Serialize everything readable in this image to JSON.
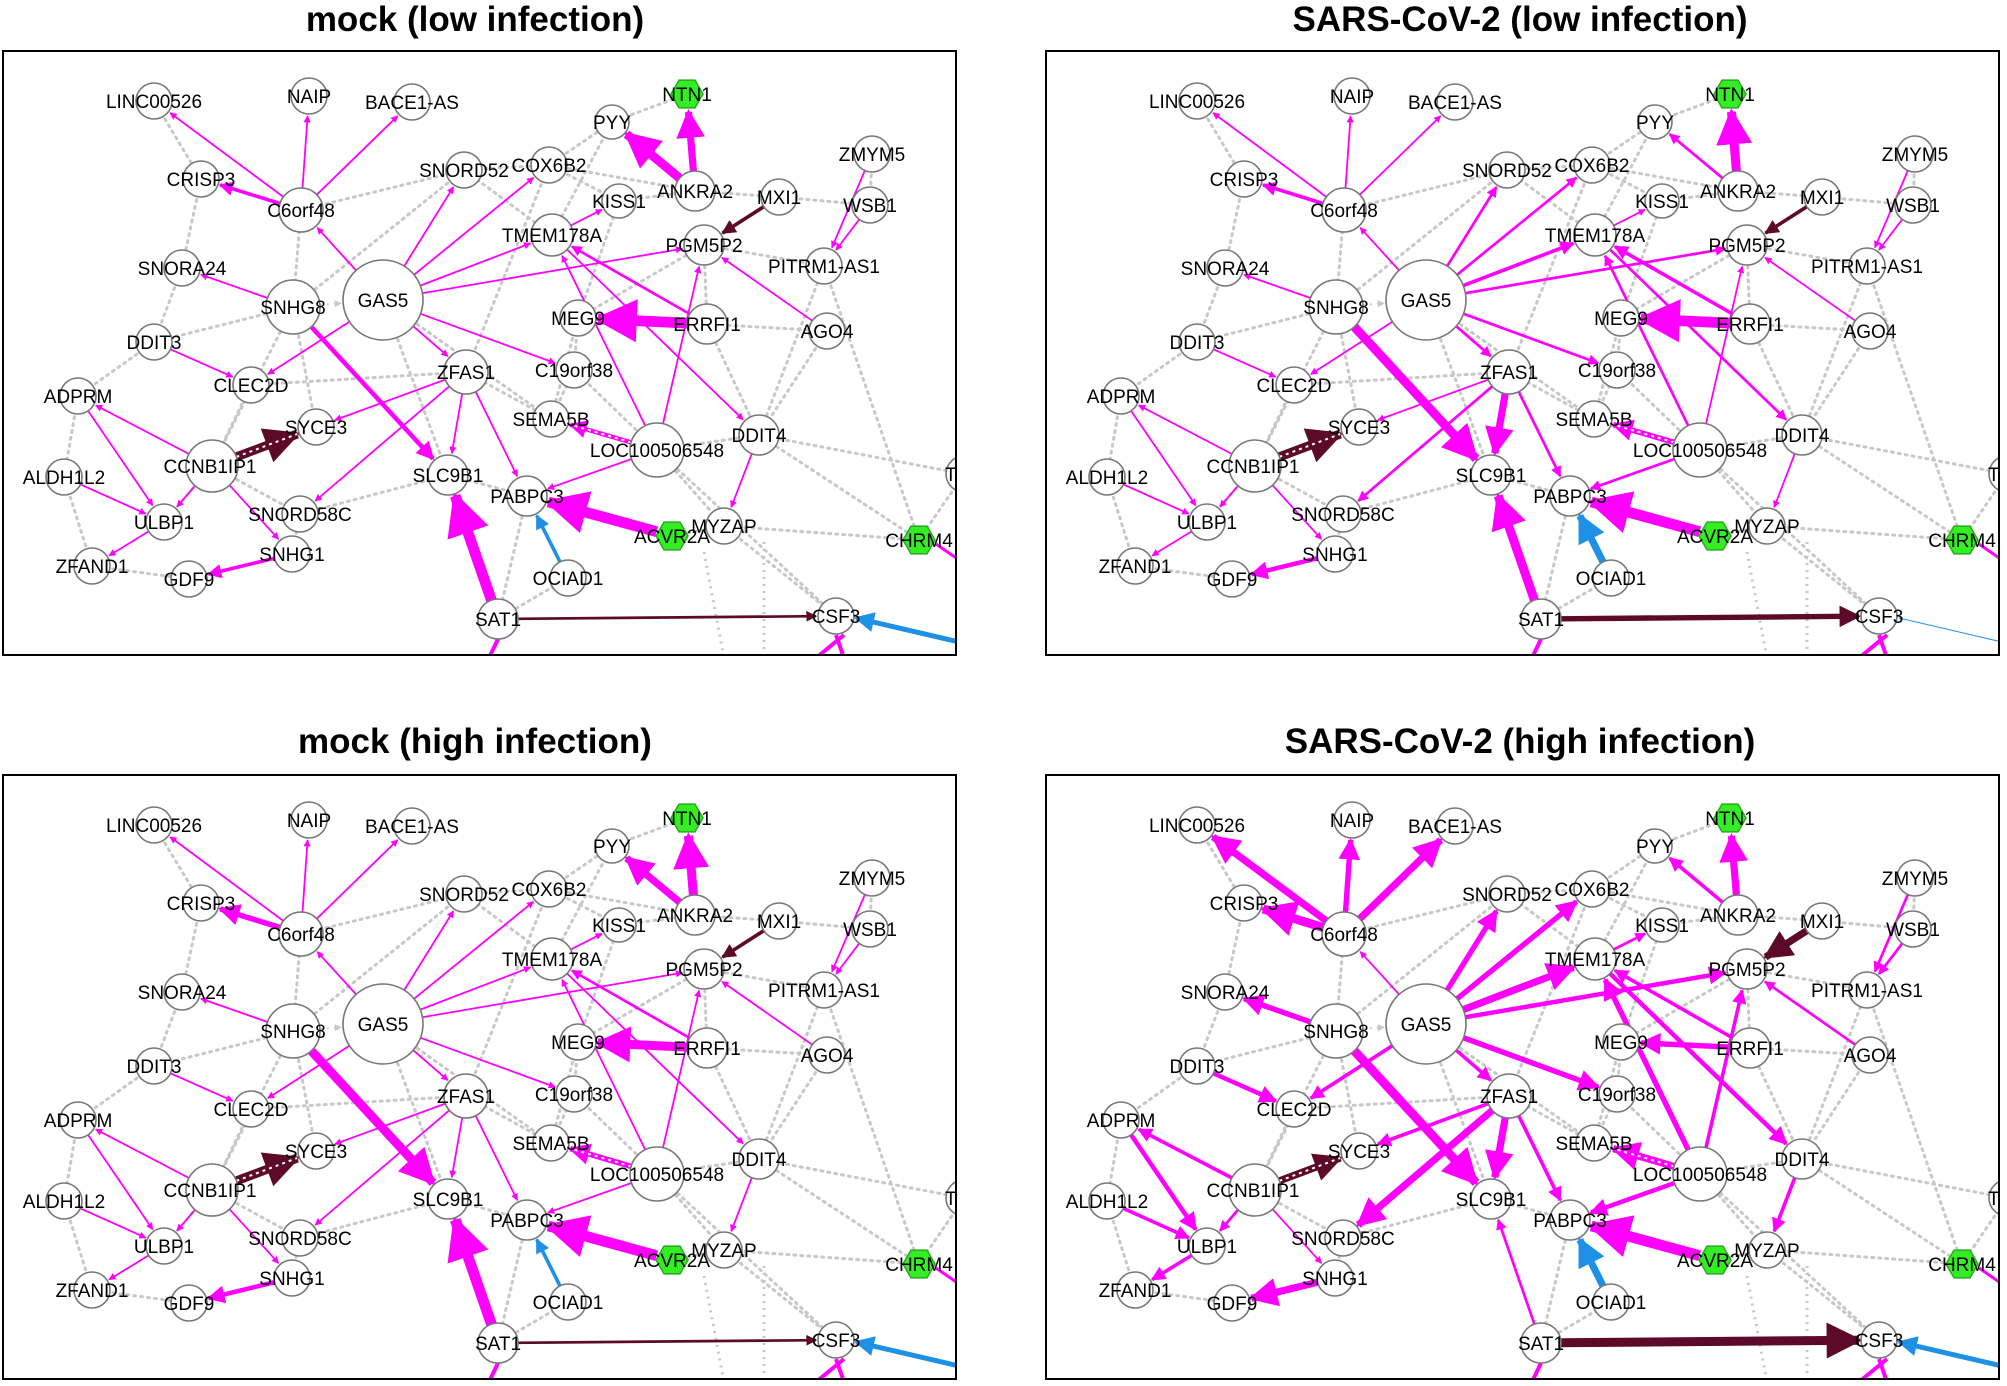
{
  "panels": [
    {
      "id": "p1",
      "title": "mock (low infection)"
    },
    {
      "id": "p2",
      "title": "SARS-CoV-2 (low infection)"
    },
    {
      "id": "p3",
      "title": "mock (high infection)"
    },
    {
      "id": "p4",
      "title": "SARS-CoV-2 (high infection)"
    }
  ],
  "colors": {
    "upregulated_edge": "#ff00ff",
    "downregulated_edge": "#1e90e6",
    "dark_edge": "#5c0a28",
    "background_edge": "#c8c8c8",
    "highlight_node": "#33ee22",
    "node_stroke": "#777777"
  },
  "nodes": [
    {
      "id": "LINC00526",
      "label": "LINC00526",
      "shape": "circle"
    },
    {
      "id": "NAIP",
      "label": "NAIP",
      "shape": "circle"
    },
    {
      "id": "BACE1-AS",
      "label": "BACE1-AS",
      "shape": "circle"
    },
    {
      "id": "NTN1",
      "label": "NTN1",
      "shape": "hexagon"
    },
    {
      "id": "PYY",
      "label": "PYY",
      "shape": "circle"
    },
    {
      "id": "CRISP3",
      "label": "CRISP3",
      "shape": "circle"
    },
    {
      "id": "C6orf48",
      "label": "C6orf48",
      "shape": "circle"
    },
    {
      "id": "SNORD52",
      "label": "SNORD52",
      "shape": "circle"
    },
    {
      "id": "COX6B2",
      "label": "COX6B2",
      "shape": "circle"
    },
    {
      "id": "KISS1",
      "label": "KISS1",
      "shape": "circle"
    },
    {
      "id": "ANKRA2",
      "label": "ANKRA2",
      "shape": "circle"
    },
    {
      "id": "MXI1",
      "label": "MXI1",
      "shape": "circle"
    },
    {
      "id": "ZMYM5",
      "label": "ZMYM5",
      "shape": "circle"
    },
    {
      "id": "WSB1",
      "label": "WSB1",
      "shape": "circle"
    },
    {
      "id": "TMEM178A",
      "label": "TMEM178A",
      "shape": "circle"
    },
    {
      "id": "PGM5P2",
      "label": "PGM5P2",
      "shape": "circle"
    },
    {
      "id": "PITRM1-AS1",
      "label": "PITRM1-AS1",
      "shape": "circle"
    },
    {
      "id": "SNORA24",
      "label": "SNORA24",
      "shape": "circle"
    },
    {
      "id": "SNHG8",
      "label": "SNHG8",
      "shape": "circle"
    },
    {
      "id": "GAS5",
      "label": "GAS5",
      "shape": "circle"
    },
    {
      "id": "MEG9",
      "label": "MEG9",
      "shape": "circle"
    },
    {
      "id": "ERRFI1",
      "label": "ERRFI1",
      "shape": "circle"
    },
    {
      "id": "AGO4",
      "label": "AGO4",
      "shape": "circle"
    },
    {
      "id": "DDIT3",
      "label": "DDIT3",
      "shape": "circle"
    },
    {
      "id": "ZFAS1",
      "label": "ZFAS1",
      "shape": "circle"
    },
    {
      "id": "C19orf38",
      "label": "C19orf38",
      "shape": "circle"
    },
    {
      "id": "ADPRM",
      "label": "ADPRM",
      "shape": "circle"
    },
    {
      "id": "CLEC2D",
      "label": "CLEC2D",
      "shape": "circle"
    },
    {
      "id": "SYCE3",
      "label": "SYCE3",
      "shape": "circle"
    },
    {
      "id": "SEMA5B",
      "label": "SEMA5B",
      "shape": "circle"
    },
    {
      "id": "DDIT4",
      "label": "DDIT4",
      "shape": "circle"
    },
    {
      "id": "CCNB1IP1",
      "label": "CCNB1IP1",
      "shape": "circle"
    },
    {
      "id": "LOC100506548",
      "label": "LOC100506548",
      "shape": "circle"
    },
    {
      "id": "ALDH1L2",
      "label": "ALDH1L2",
      "shape": "circle"
    },
    {
      "id": "SLC9B1",
      "label": "SLC9B1",
      "shape": "circle"
    },
    {
      "id": "PABPC3",
      "label": "PABPC3",
      "shape": "circle"
    },
    {
      "id": "SNORD58C",
      "label": "SNORD58C",
      "shape": "circle"
    },
    {
      "id": "TRA",
      "label": "TRA",
      "shape": "circle"
    },
    {
      "id": "ULBP1",
      "label": "ULBP1",
      "shape": "circle"
    },
    {
      "id": "ACVR2A",
      "label": "ACVR2A",
      "shape": "hexagon"
    },
    {
      "id": "MYZAP",
      "label": "MYZAP",
      "shape": "circle"
    },
    {
      "id": "CHRM4",
      "label": "CHRM4",
      "shape": "hexagon"
    },
    {
      "id": "ZFAND1",
      "label": "ZFAND1",
      "shape": "circle"
    },
    {
      "id": "GDF9",
      "label": "GDF9",
      "shape": "circle"
    },
    {
      "id": "SNHG1",
      "label": "SNHG1",
      "shape": "circle"
    },
    {
      "id": "OCIAD1",
      "label": "OCIAD1",
      "shape": "circle"
    },
    {
      "id": "SAT1",
      "label": "SAT1",
      "shape": "circle"
    },
    {
      "id": "CSF3",
      "label": "CSF3",
      "shape": "circle"
    }
  ],
  "edges": [
    {
      "source": "C6orf48",
      "target": "LINC00526",
      "type": "up",
      "weights": [
        2,
        2,
        2,
        8
      ]
    },
    {
      "source": "C6orf48",
      "target": "NAIP",
      "type": "up",
      "weights": [
        2,
        2,
        2,
        6
      ]
    },
    {
      "source": "C6orf48",
      "target": "BACE1-AS",
      "type": "up",
      "weights": [
        2,
        2,
        2,
        8
      ]
    },
    {
      "source": "C6orf48",
      "target": "CRISP3",
      "type": "up",
      "weights": [
        4,
        4,
        6,
        10
      ]
    },
    {
      "source": "GAS5",
      "target": "C6orf48",
      "type": "up",
      "weights": [
        2,
        2,
        2,
        2
      ]
    },
    {
      "source": "ANKRA2",
      "target": "NTN1",
      "type": "up",
      "weights": [
        8,
        10,
        10,
        8
      ]
    },
    {
      "source": "ANKRA2",
      "target": "PYY",
      "type": "up",
      "weights": [
        10,
        3,
        8,
        4
      ]
    },
    {
      "source": "GAS5",
      "target": "SNORD52",
      "type": "up",
      "weights": [
        2,
        3,
        2,
        6
      ]
    },
    {
      "source": "GAS5",
      "target": "COX6B2",
      "type": "up",
      "weights": [
        2,
        3,
        2,
        6
      ]
    },
    {
      "source": "GAS5",
      "target": "TMEM178A",
      "type": "up",
      "weights": [
        2,
        4,
        2,
        8
      ]
    },
    {
      "source": "GAS5",
      "target": "PGM5P2",
      "type": "up",
      "weights": [
        2,
        3,
        2,
        5
      ]
    },
    {
      "source": "TMEM178A",
      "target": "KISS1",
      "type": "up",
      "weights": [
        2,
        2,
        2,
        3
      ]
    },
    {
      "source": "MXI1",
      "target": "PGM5P2",
      "type": "dark",
      "weights": [
        4,
        4,
        4,
        8
      ]
    },
    {
      "source": "ZMYM5",
      "target": "PITRM1-AS1",
      "type": "up",
      "weights": [
        2,
        2,
        2,
        3
      ]
    },
    {
      "source": "WSB1",
      "target": "PITRM1-AS1",
      "type": "up",
      "weights": [
        2,
        2,
        2,
        3
      ]
    },
    {
      "source": "AGO4",
      "target": "PGM5P2",
      "type": "up",
      "weights": [
        2,
        2,
        2,
        3
      ]
    },
    {
      "source": "SNHG8",
      "target": "SNORA24",
      "type": "up",
      "weights": [
        2,
        2,
        2,
        6
      ]
    },
    {
      "source": "ERRFI1",
      "target": "MEG9",
      "type": "up",
      "weights": [
        12,
        12,
        10,
        6
      ]
    },
    {
      "source": "ERRFI1",
      "target": "TMEM178A",
      "type": "up",
      "weights": [
        3,
        4,
        3,
        4
      ]
    },
    {
      "source": "GAS5",
      "target": "C19orf38",
      "type": "up",
      "weights": [
        2,
        3,
        2,
        6
      ]
    },
    {
      "source": "GAS5",
      "target": "ZFAS1",
      "type": "up",
      "weights": [
        2,
        3,
        2,
        4
      ]
    },
    {
      "source": "GAS5",
      "target": "CLEC2D",
      "type": "up",
      "weights": [
        2,
        2,
        2,
        4
      ]
    },
    {
      "source": "DDIT3",
      "target": "CLEC2D",
      "type": "up",
      "weights": [
        2,
        2,
        2,
        5
      ]
    },
    {
      "source": "SNHG8",
      "target": "SLC9B1",
      "type": "up",
      "weights": [
        5,
        10,
        10,
        10
      ]
    },
    {
      "source": "ZFAS1",
      "target": "SYCE3",
      "type": "up",
      "weights": [
        2,
        2,
        2,
        4
      ]
    },
    {
      "source": "ZFAS1",
      "target": "SLC9B1",
      "type": "up",
      "weights": [
        2,
        8,
        2,
        8
      ]
    },
    {
      "source": "ZFAS1",
      "target": "PABPC3",
      "type": "up",
      "weights": [
        2,
        3,
        2,
        4
      ]
    },
    {
      "source": "ZFAS1",
      "target": "SNORD58C",
      "type": "up",
      "weights": [
        2,
        3,
        2,
        8
      ]
    },
    {
      "source": "TMEM178A",
      "target": "DDIT4",
      "type": "up",
      "weights": [
        2,
        3,
        2,
        5
      ]
    },
    {
      "source": "LOC100506548",
      "target": "PGM5P2",
      "type": "up",
      "weights": [
        2,
        2,
        2,
        4
      ]
    },
    {
      "source": "LOC100506548",
      "target": "TMEM178A",
      "type": "up",
      "weights": [
        2,
        3,
        2,
        6
      ]
    },
    {
      "source": "LOC100506548",
      "target": "PABPC3",
      "type": "up",
      "weights": [
        2,
        3,
        2,
        5
      ]
    },
    {
      "source": "LOC100506548",
      "target": "SEMA5B",
      "type": "up-dashed",
      "weights": [
        5,
        6,
        6,
        8
      ]
    },
    {
      "source": "CCNB1IP1",
      "target": "SYCE3",
      "type": "dark-dashed",
      "weights": [
        10,
        10,
        10,
        8
      ]
    },
    {
      "source": "CCNB1IP1",
      "target": "ADPRM",
      "type": "up",
      "weights": [
        2,
        2,
        2,
        4
      ]
    },
    {
      "source": "ADPRM",
      "target": "ULBP1",
      "type": "up",
      "weights": [
        2,
        2,
        2,
        5
      ]
    },
    {
      "source": "ALDH1L2",
      "target": "ULBP1",
      "type": "up",
      "weights": [
        2,
        2,
        2,
        4
      ]
    },
    {
      "source": "CCNB1IP1",
      "target": "ULBP1",
      "type": "up",
      "weights": [
        2,
        2,
        2,
        3
      ]
    },
    {
      "source": "CCNB1IP1",
      "target": "SNHG1",
      "type": "up",
      "weights": [
        2,
        2,
        2,
        2
      ]
    },
    {
      "source": "ULBP1",
      "target": "ZFAND1",
      "type": "up",
      "weights": [
        2,
        2,
        2,
        4
      ]
    },
    {
      "source": "SNHG1",
      "target": "GDF9",
      "type": "up",
      "weights": [
        4,
        5,
        5,
        8
      ]
    },
    {
      "source": "ACVR2A",
      "target": "PABPC3",
      "type": "up",
      "weights": [
        12,
        12,
        12,
        12
      ]
    },
    {
      "source": "OCIAD1",
      "target": "PABPC3",
      "type": "down",
      "weights": [
        4,
        8,
        4,
        8
      ]
    },
    {
      "source": "SAT1",
      "target": "SLC9B1",
      "type": "up",
      "weights": [
        12,
        10,
        12,
        3
      ]
    },
    {
      "source": "SAT1",
      "target": "CSF3",
      "type": "dark",
      "weights": [
        3,
        6,
        3,
        10
      ]
    },
    {
      "source": "CSF3",
      "target": "DDIT4",
      "type": "up",
      "weights": [
        0,
        0,
        0,
        0
      ]
    },
    {
      "source": "DDIT4",
      "target": "MYZAP",
      "type": "up",
      "weights": [
        2,
        2,
        2,
        4
      ]
    },
    {
      "source": "SNHG8",
      "target": "GAS5",
      "type": "bg",
      "weights": [
        2,
        2,
        2,
        2
      ]
    }
  ]
}
